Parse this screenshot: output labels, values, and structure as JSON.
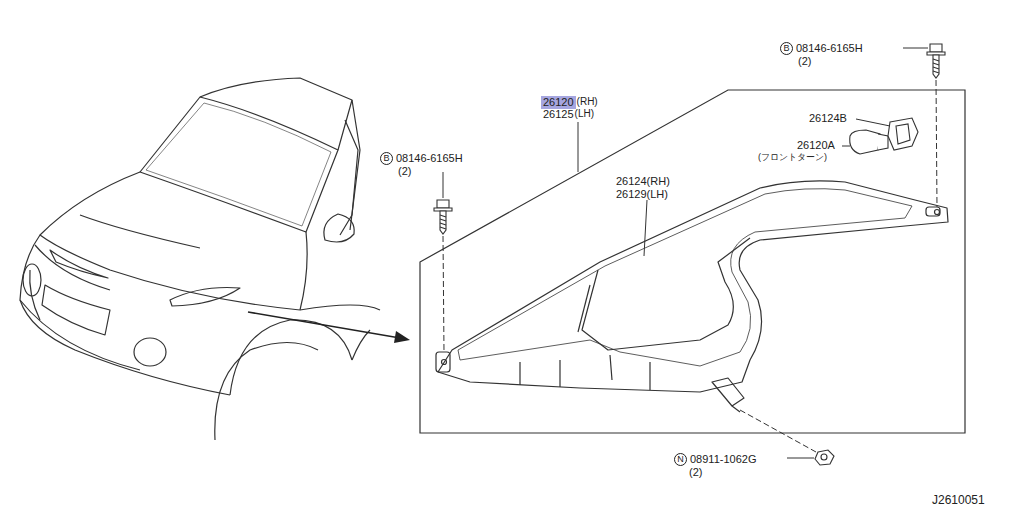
{
  "diagram": {
    "labels": [
      "B",
      "08146-6165H",
      "(2)",
      "26120",
      "(RH)",
      "26125",
      "(LH)",
      "26124B",
      "26120A",
      "(フロントターン)",
      "B",
      "08146-6165H",
      "(2)",
      "26124(RH)",
      "26129(LH)",
      "N",
      "08911-1062G",
      "(2)",
      "J2610051"
    ]
  }
}
